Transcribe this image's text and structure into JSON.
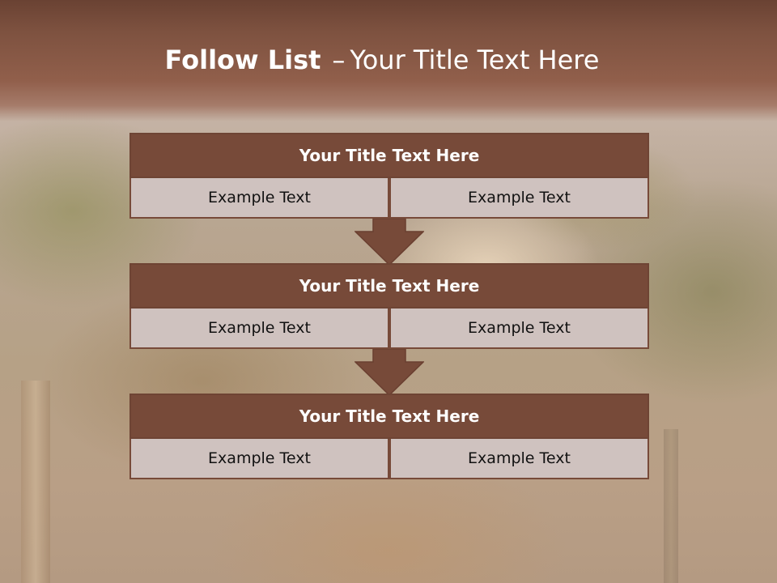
{
  "slide": {
    "title_bold": "Follow List",
    "title_dash": "–",
    "title_rest": "Your Title Text Here"
  },
  "blocks": [
    {
      "title": "Your Title Text Here",
      "left": "Example Text",
      "right": "Example Text"
    },
    {
      "title": "Your Title Text Here",
      "left": "Example Text",
      "right": "Example Text"
    },
    {
      "title": "Your Title Text Here",
      "left": "Example Text",
      "right": "Example Text"
    }
  ],
  "colors": {
    "header_brown": "#774a39",
    "cell_fill": "#cfc2bf",
    "title_text": "#ffffff"
  }
}
